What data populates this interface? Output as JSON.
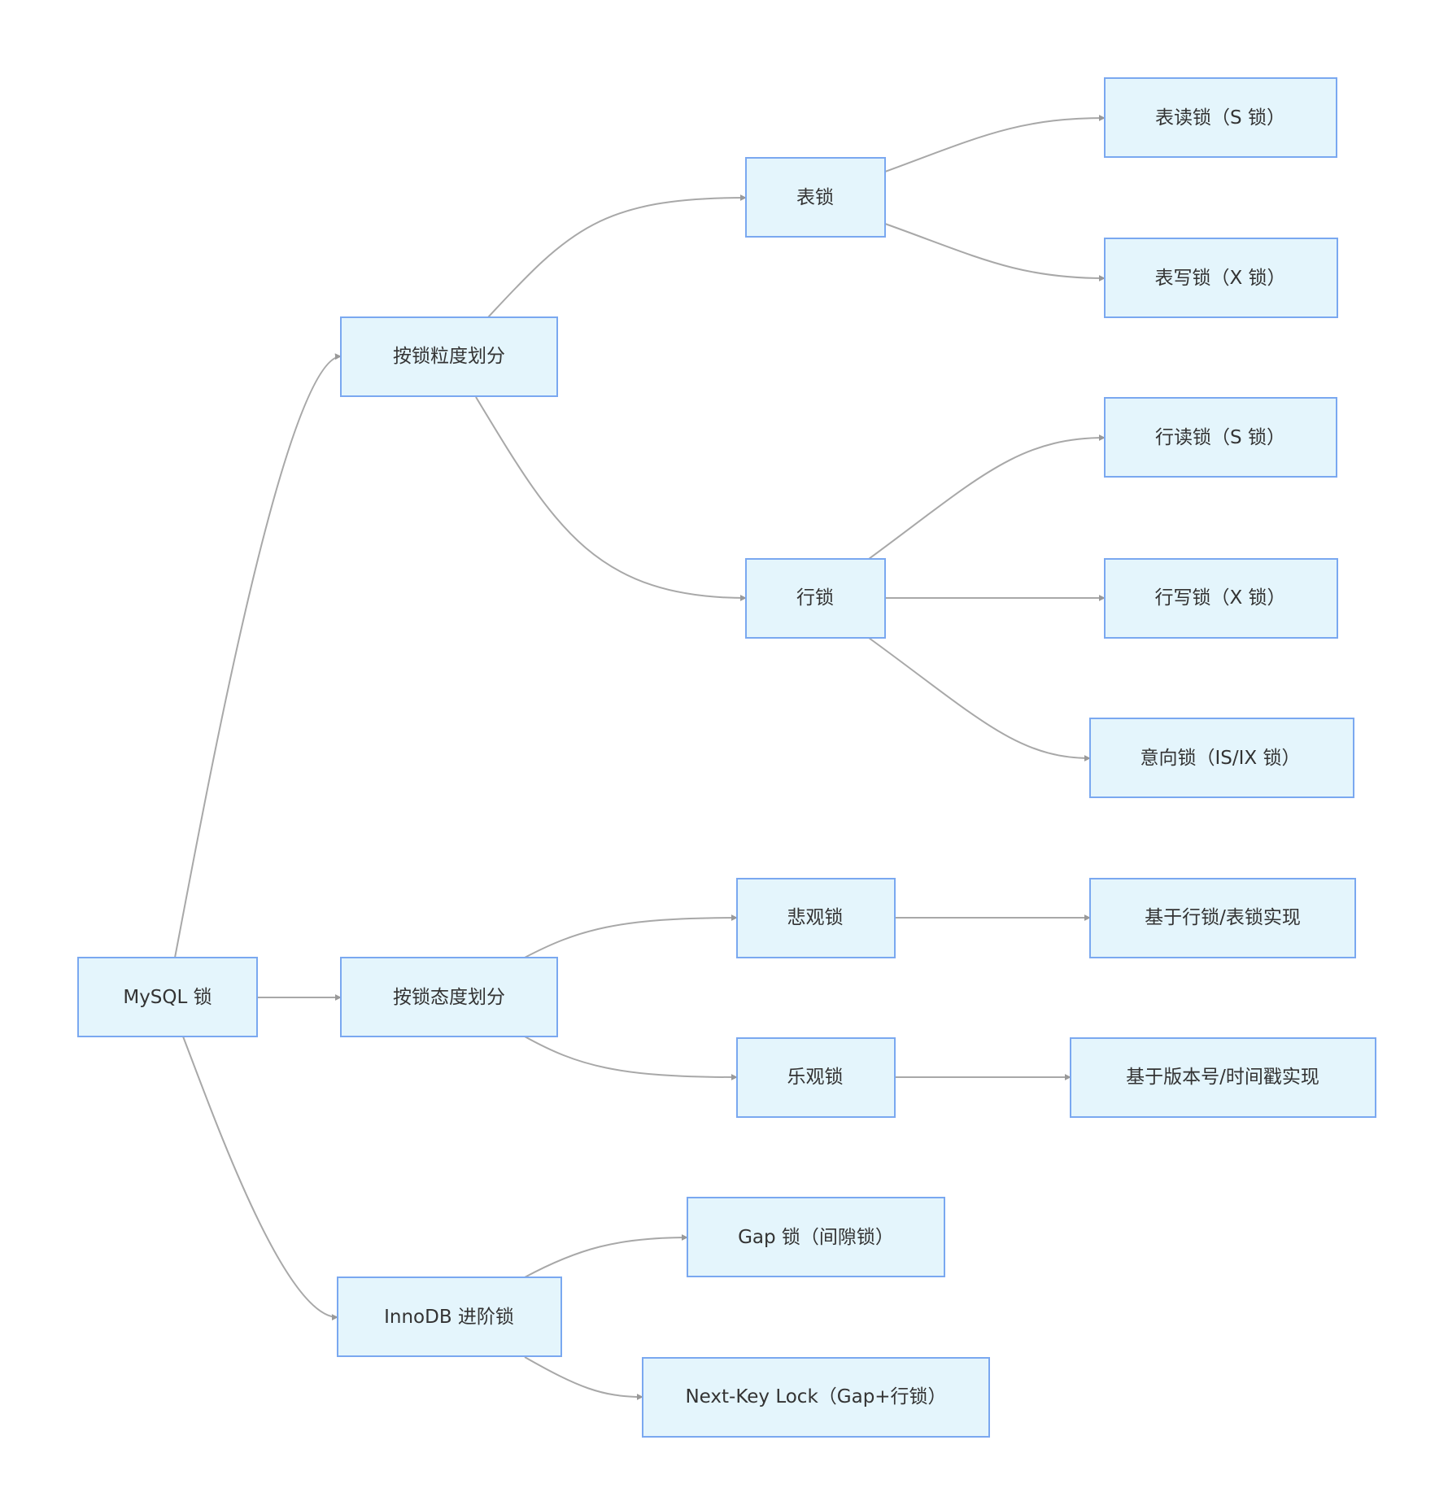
{
  "diagram": {
    "nodes": {
      "root": "MySQL 锁",
      "granularity": "按锁粒度划分",
      "attitude": "按锁态度划分",
      "innodb": "InnoDB 进阶锁",
      "table_lock": "表锁",
      "row_lock": "行锁",
      "table_read": "表读锁（S 锁）",
      "table_write": "表写锁（X 锁）",
      "row_read": "行读锁（S 锁）",
      "row_write": "行写锁（X 锁）",
      "intent": "意向锁（IS/IX 锁）",
      "pessimistic": "悲观锁",
      "optimistic": "乐观锁",
      "pessimistic_impl": "基于行锁/表锁实现",
      "optimistic_impl": "基于版本号/时间戳实现",
      "gap": "Gap 锁（间隙锁）",
      "next_key": "Next-Key Lock（Gap+行锁）"
    },
    "edges": [
      [
        "root",
        "granularity"
      ],
      [
        "root",
        "attitude"
      ],
      [
        "root",
        "innodb"
      ],
      [
        "granularity",
        "table_lock"
      ],
      [
        "granularity",
        "row_lock"
      ],
      [
        "table_lock",
        "table_read"
      ],
      [
        "table_lock",
        "table_write"
      ],
      [
        "row_lock",
        "row_read"
      ],
      [
        "row_lock",
        "row_write"
      ],
      [
        "row_lock",
        "intent"
      ],
      [
        "attitude",
        "pessimistic"
      ],
      [
        "attitude",
        "optimistic"
      ],
      [
        "pessimistic",
        "pessimistic_impl"
      ],
      [
        "optimistic",
        "optimistic_impl"
      ],
      [
        "innodb",
        "gap"
      ],
      [
        "innodb",
        "next_key"
      ]
    ]
  }
}
